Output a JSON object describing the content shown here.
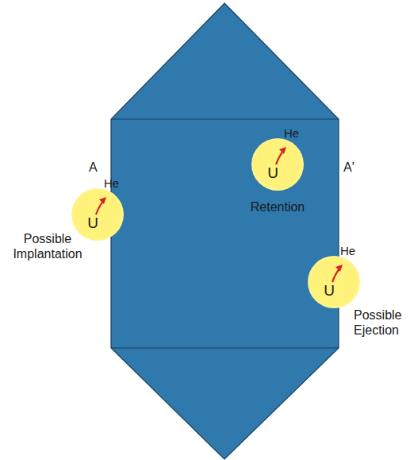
{
  "diagram": {
    "nodes": [
      {
        "text": [
          "U",
          "He"
        ]
      },
      {
        "text": [
          "U",
          "He"
        ]
      },
      {
        "text": [
          "U",
          "He"
        ]
      }
    ],
    "labels": [
      "A",
      "A'",
      "Possible Implantation",
      "Retention",
      "Possible Ejection"
    ]
  }
}
